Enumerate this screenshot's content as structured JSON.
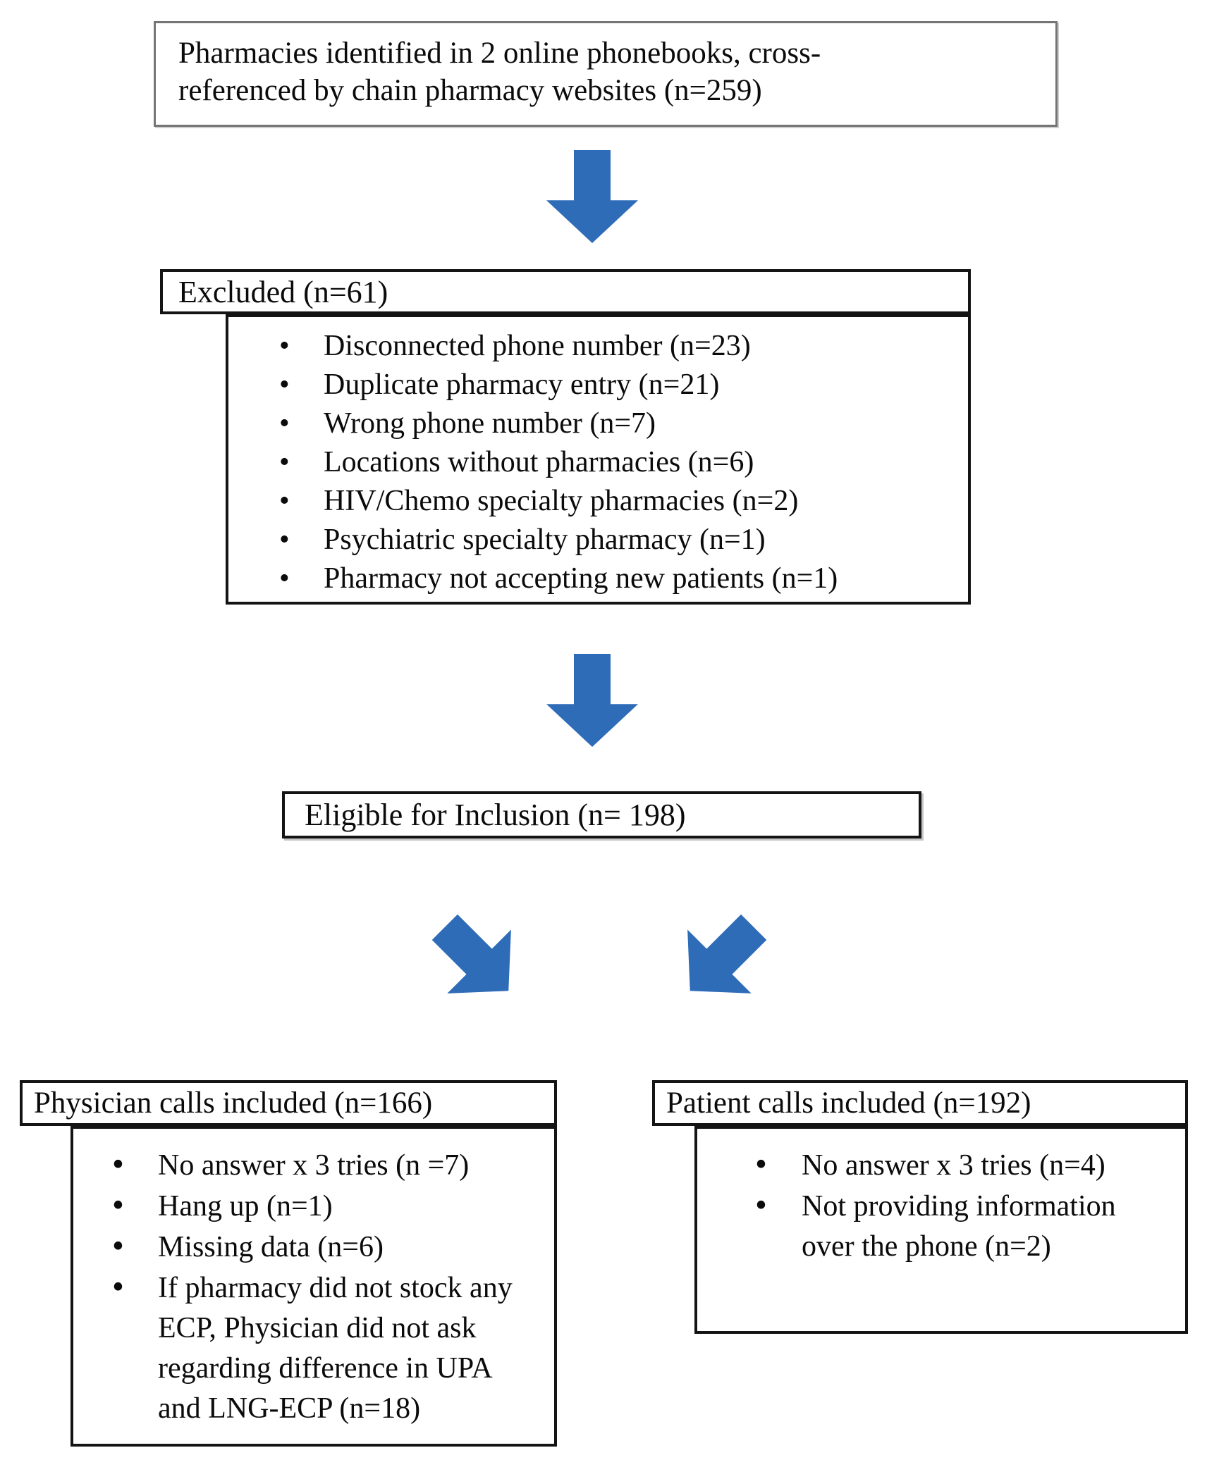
{
  "arrow_color": "#2e6cb7",
  "top_box": {
    "line1": "Pharmacies identified in 2 online phonebooks, cross-",
    "line2": "referenced by chain pharmacy websites (n=259)"
  },
  "excluded": {
    "title": "Excluded (n=61)",
    "items": [
      "Disconnected phone number (n=23)",
      "Duplicate pharmacy entry (n=21)",
      "Wrong phone number (n=7)",
      "Locations without pharmacies (n=6)",
      "HIV/Chemo specialty pharmacies (n=2)",
      "Psychiatric specialty pharmacy (n=1)",
      "Pharmacy not accepting new patients (n=1)"
    ]
  },
  "eligible": {
    "text": "Eligible for Inclusion (n= 198)"
  },
  "physician": {
    "title": "Physician calls included (n=166)",
    "items": [
      "No answer x 3 tries (n =7)",
      "Hang up (n=1)",
      "Missing data (n=6)",
      "If pharmacy did not stock any ECP, Physician did not ask regarding difference in UPA and LNG-ECP (n=18)"
    ]
  },
  "patient": {
    "title": "Patient calls included (n=192)",
    "items": [
      "No answer x 3 tries (n=4)",
      "Not providing information over the phone (n=2)"
    ]
  }
}
